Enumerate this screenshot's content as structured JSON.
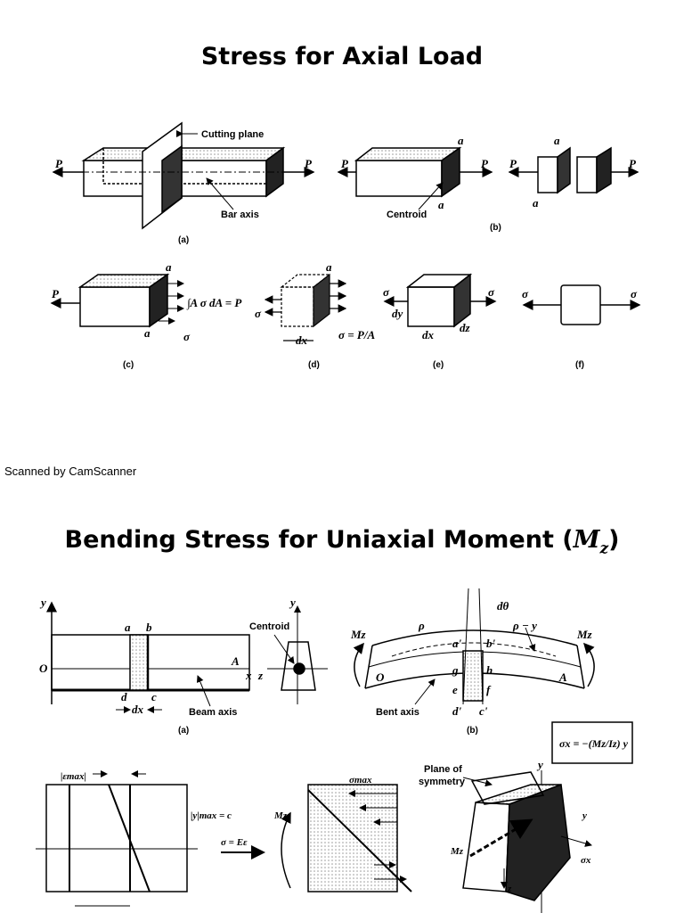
{
  "titles": {
    "axial": "Stress for Axial Load",
    "bending_main": "Bending Stress for Uniaxial Moment (",
    "bending_sym": "M",
    "bending_sub": "z",
    "bending_close": ")"
  },
  "scan_note": "Scanned by CamScanner",
  "axial_figure": {
    "cutting_plane": "Cutting plane",
    "bar_axis": "Bar axis",
    "centroid": "Centroid",
    "force_p": "P",
    "point_a": "a",
    "stress_sigma": "σ",
    "integral_expr": "∫A σ dA = P",
    "sigma_eq": "σ = P/A",
    "dx": "dx",
    "dy": "dy",
    "dz": "dz",
    "captions": [
      "(a)",
      "(b)",
      "(c)",
      "(d)",
      "(e)",
      "(f)"
    ]
  },
  "bending_figure": {
    "axis_y": "y",
    "axis_x": "x",
    "axis_z": "z",
    "origin": "O",
    "point_A": "A",
    "points": [
      "a",
      "b",
      "c",
      "d",
      "e",
      "f",
      "g",
      "h",
      "a'",
      "b'",
      "c'",
      "d'"
    ],
    "dx": "dx",
    "beam_axis": "Beam axis",
    "centroid": "Centroid",
    "bent_axis": "Bent axis",
    "rho": "ρ",
    "rho_minus_y": "ρ − y",
    "dtheta": "dθ",
    "moment": "Mz",
    "captions": [
      "(a)",
      "(b)"
    ],
    "eps_max": "|εmax|",
    "y_max": "|y|max = c",
    "sigma_e_eps": "σ = Eε",
    "sigma_max": "σmax",
    "plane_symmetry_1": "Plane of",
    "plane_symmetry_2": "symmetry",
    "sigma_x": "σx",
    "formula": "σx = −(Mz/Iz) y"
  }
}
